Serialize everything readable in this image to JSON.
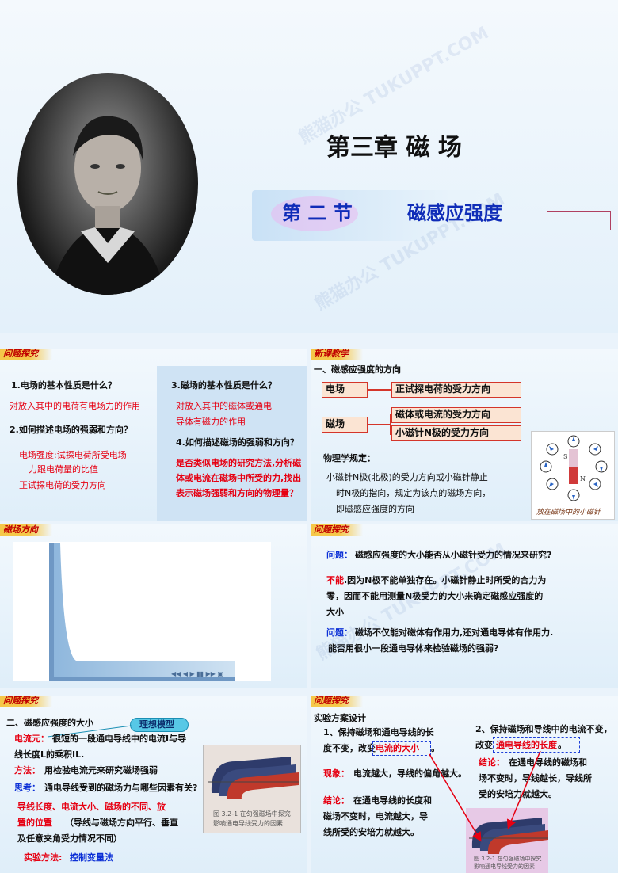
{
  "title_slide": {
    "chapter": "第三章   磁  场",
    "section_no": "第 二 节",
    "section_name": "磁感应强度"
  },
  "watermark": "熊猫办公 TUKUPPT.COM",
  "slide2": {
    "tag": "问题探究",
    "q1": "1.电场的基本性质是什么？",
    "a1": "对放入其中的电荷有电场力的作用",
    "q2": "2.如何描述电场的强弱和方向？",
    "a2_1": "电场强度:试探电荷所受电场",
    "a2_2": "力跟电荷量的比值",
    "a2_3": "正试探电荷的受力方向",
    "q3": "3.磁场的基本性质是什么？",
    "a3_1": "对放入其中的磁体或通电",
    "a3_2": "导体有磁力的作用",
    "q4": "4.如何描述磁场的强弱和方向？",
    "a4_1": "是否类似电场的研究方法,分析磁",
    "a4_2": "体或电流在磁场中所受的力,找出",
    "a4_3": "表示磁场强弱和方向的物理量？"
  },
  "slide3": {
    "tag": "新课教学",
    "heading": "一、磁感应强度的方向",
    "field_e": "电场",
    "field_e_dir": "正试探电荷的受力方向",
    "field_b": "磁场",
    "field_b_dir1": "磁体或电流的受力方向",
    "field_b_dir2": "小磁针N极的受力方向",
    "rule_title": "物理学规定：",
    "rule_1": "小磁针N极(北极)的受力方向或小磁针静止",
    "rule_2": "时N极的指向，规定为该点的磁场方向，",
    "rule_3": "即磁感应强度的方向",
    "fig_caption": "放在磁场中的小磁针",
    "pole_s": "S",
    "pole_n": "N"
  },
  "slide4": {
    "tag": "磁场方向",
    "video_controls": "◀◀  ◀  ▶  ▮▮  ▶▶  ▣"
  },
  "slide5": {
    "tag": "问题探究",
    "q_label": "问题：",
    "q_text": "磁感应强度的大小能否从小磁针受力的情况来研究?",
    "no_label": "不能",
    "no_1": ".因为N极不能单独存在。小磁针静止时所受的合力为",
    "no_2": "零，因而不能用测量N极受力的大小来确定磁感应强度的",
    "no_3": "大小",
    "q2_label": "问题：",
    "q2_1": "磁场不仅能对磁体有作用力,还对通电导体有作用力.",
    "q2_2": "能否用很小一段通电导体来检验磁场的强弱?"
  },
  "slide6": {
    "tag": "问题探究",
    "heading": "二、磁感应强度的大小",
    "badge": "理想模型",
    "elem_label": "电流元：",
    "elem_1": "很短的一段通电导线中的电流I与导",
    "elem_2": "线长度L的乘积IL.",
    "method_label": "方法：",
    "method_text": "用检验电流元来研究磁场强弱",
    "think_label": "思考：",
    "think_text": "通电导线受到的磁场力与哪些因素有关?",
    "factor_1": "导线长度、电流大小、磁场的不同、放",
    "factor_2": "置的位置",
    "factor_2b": "（导线与磁场方向平行、垂直",
    "factor_3": "及任意夹角受力情况不同）",
    "exp_label": "实验方法:",
    "exp_text": "控制变量法",
    "fig_caption_1": "图 3.2-1 在匀强磁场中探究",
    "fig_caption_2": "影响通电导线受力的因素"
  },
  "slide7": {
    "tag": "问题探究",
    "heading": "实验方案设计",
    "step1_1": "1、保持磁场和通电导线的长",
    "step1_2": "度不变，改变",
    "step1_hl": "电流的大小",
    "step1_end": "。",
    "phen_label": "现象：",
    "phen_text": "电流越大，导线的偏角越大。",
    "concl1_label": "结论：",
    "concl1_1": "在通电导线的长度和",
    "concl1_2": "磁场不变时，电流越大，导",
    "concl1_3": "线所受的安培力就越大。",
    "step2_1": "2、保持磁场和导线中的电流不变，",
    "step2_2": "改变",
    "step2_hl": "通电导线的长度",
    "step2_end": "。",
    "concl2_label": "结论：",
    "concl2_1": "在通电导线的磁场和",
    "concl2_2": "场不变时，导线越长，导线所",
    "concl2_3": "受的安培力就越大。",
    "fig_caption_1": "图 3.2-1 在匀强磁场中探究",
    "fig_caption_2": "影响通电导线受力的因素"
  },
  "colors": {
    "tag_bg": "#f5c84a",
    "tag_text": "#c00000",
    "red": "#e60012",
    "blue": "#0b2fd6",
    "box_border": "#d4352a",
    "box_fill": "#fbe4d3"
  }
}
